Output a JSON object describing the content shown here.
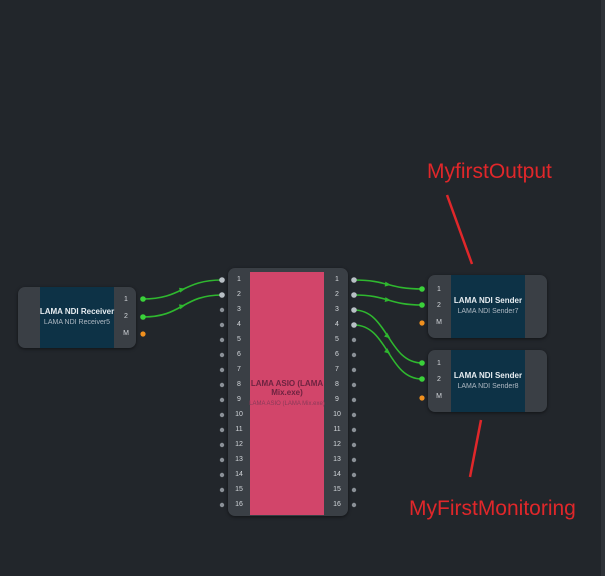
{
  "nodes": {
    "receiver": {
      "title": "LAMA NDI Receiver",
      "subtitle": "LAMA NDI Receiver5",
      "ports": [
        "1",
        "2",
        "M"
      ]
    },
    "mixer": {
      "title": "LAMA ASIO (LAMA Mix.exe)",
      "subtitle": "LAMA ASIO (LAMA Mix.exe)",
      "ports": [
        "1",
        "2",
        "3",
        "4",
        "5",
        "6",
        "7",
        "8",
        "9",
        "10",
        "11",
        "12",
        "13",
        "14",
        "15",
        "16"
      ]
    },
    "sender7": {
      "title": "LAMA NDI Sender",
      "subtitle": "LAMA NDI Sender7",
      "ports": [
        "1",
        "2",
        "M"
      ]
    },
    "sender8": {
      "title": "LAMA NDI Sender",
      "subtitle": "LAMA NDI Sender8",
      "ports": [
        "1",
        "2",
        "M"
      ]
    }
  },
  "connections": [
    {
      "from": "receiver.1",
      "to": "mixer.1"
    },
    {
      "from": "receiver.2",
      "to": "mixer.2"
    },
    {
      "from": "mixer.1",
      "to": "sender7.1"
    },
    {
      "from": "mixer.2",
      "to": "sender7.2"
    },
    {
      "from": "mixer.3",
      "to": "sender8.1"
    },
    {
      "from": "mixer.4",
      "to": "sender8.2"
    }
  ],
  "annotations": {
    "output": "MyfirstOutput",
    "monitoring": "MyFirstMonitoring"
  },
  "colors": {
    "background": "#22262b",
    "wire": "#2fb82f",
    "port_active": "#3ad13a",
    "port_idle": "#8a9097",
    "port_meta": "#f0901e",
    "mixer": "#d2456a",
    "node_body": "#0d3246",
    "annotation": "#e0272a"
  }
}
